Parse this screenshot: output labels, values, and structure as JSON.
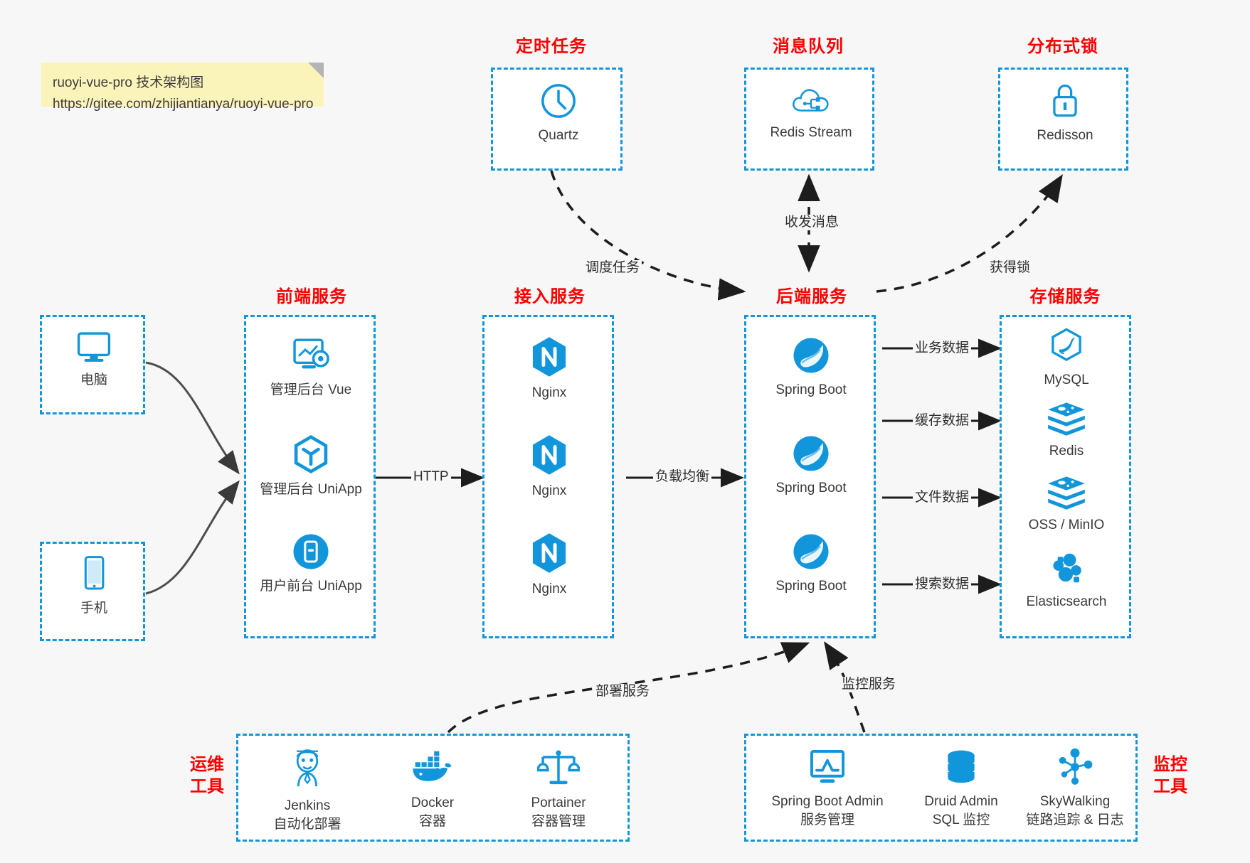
{
  "note": {
    "line1": "ruoyi-vue-pro 技术架构图",
    "line2": "https://gitee.com/zhijiantianya/ruoyi-vue-pro"
  },
  "groups": {
    "scheduler": {
      "title": "定时任务",
      "icon": "clock-icon"
    },
    "mq": {
      "title": "消息队列",
      "icon": "cloud-stream-icon"
    },
    "lock": {
      "title": "分布式锁",
      "icon": "lock-icon"
    },
    "frontend": {
      "title": "前端服务"
    },
    "gateway": {
      "title": "接入服务"
    },
    "backend": {
      "title": "后端服务"
    },
    "storage": {
      "title": "存储服务"
    },
    "devops": {
      "title_line1": "运维",
      "title_line2": "工具"
    },
    "monitor": {
      "title_line1": "监控",
      "title_line2": "工具"
    }
  },
  "clients": [
    {
      "label": "电脑",
      "icon": "desktop-icon"
    },
    {
      "label": "手机",
      "icon": "phone-icon"
    }
  ],
  "scheduler_nodes": [
    {
      "label": "Quartz",
      "icon": "clock-icon"
    }
  ],
  "mq_nodes": [
    {
      "label": "Redis Stream",
      "icon": "cloud-stream-icon"
    }
  ],
  "lock_nodes": [
    {
      "label": "Redisson",
      "icon": "lock-icon"
    }
  ],
  "frontend_nodes": [
    {
      "label": "管理后台 Vue",
      "icon": "dashboard-gear-icon"
    },
    {
      "label": "管理后台 UniApp",
      "icon": "cube-icon"
    },
    {
      "label": "用户前台 UniApp",
      "icon": "mobile-app-icon"
    }
  ],
  "gateway_nodes": [
    {
      "label": "Nginx",
      "icon": "nginx-icon"
    },
    {
      "label": "Nginx",
      "icon": "nginx-icon"
    },
    {
      "label": "Nginx",
      "icon": "nginx-icon"
    }
  ],
  "backend_nodes": [
    {
      "label": "Spring Boot",
      "icon": "spring-leaf-icon"
    },
    {
      "label": "Spring Boot",
      "icon": "spring-leaf-icon"
    },
    {
      "label": "Spring Boot",
      "icon": "spring-leaf-icon"
    }
  ],
  "storage_nodes": [
    {
      "label": "MySQL",
      "icon": "mysql-dolphin-icon"
    },
    {
      "label": "Redis",
      "icon": "redis-stack-icon"
    },
    {
      "label": "OSS / MinIO",
      "icon": "redis-stack-icon"
    },
    {
      "label": "Elasticsearch",
      "icon": "elasticsearch-icon"
    }
  ],
  "devops_nodes": [
    {
      "label": "Jenkins",
      "sub": "自动化部署",
      "icon": "jenkins-butler-icon"
    },
    {
      "label": "Docker",
      "sub": "容器",
      "icon": "docker-whale-icon"
    },
    {
      "label": "Portainer",
      "sub": "容器管理",
      "icon": "scales-icon"
    }
  ],
  "monitor_nodes": [
    {
      "label": "Spring Boot Admin",
      "sub": "服务管理",
      "icon": "monitor-chart-icon"
    },
    {
      "label": "Druid Admin",
      "sub": "SQL 监控",
      "icon": "database-icon"
    },
    {
      "label": "SkyWalking",
      "sub": "链路追踪 & 日志",
      "icon": "skywalking-icon"
    }
  ],
  "edges": [
    {
      "label": "HTTP"
    },
    {
      "label": "负载均衡"
    },
    {
      "label": "调度任务"
    },
    {
      "label": "收发消息"
    },
    {
      "label": "获得锁"
    },
    {
      "label": "业务数据"
    },
    {
      "label": "缓存数据"
    },
    {
      "label": "文件数据"
    },
    {
      "label": "搜索数据"
    },
    {
      "label": "部署服务"
    },
    {
      "label": "监控服务"
    }
  ],
  "colors": {
    "accent": "#1296db",
    "title": "#ff0000",
    "note_bg": "#fbf4ba",
    "canvas": "#f7f7f7",
    "wire": "#3a3a3a"
  }
}
